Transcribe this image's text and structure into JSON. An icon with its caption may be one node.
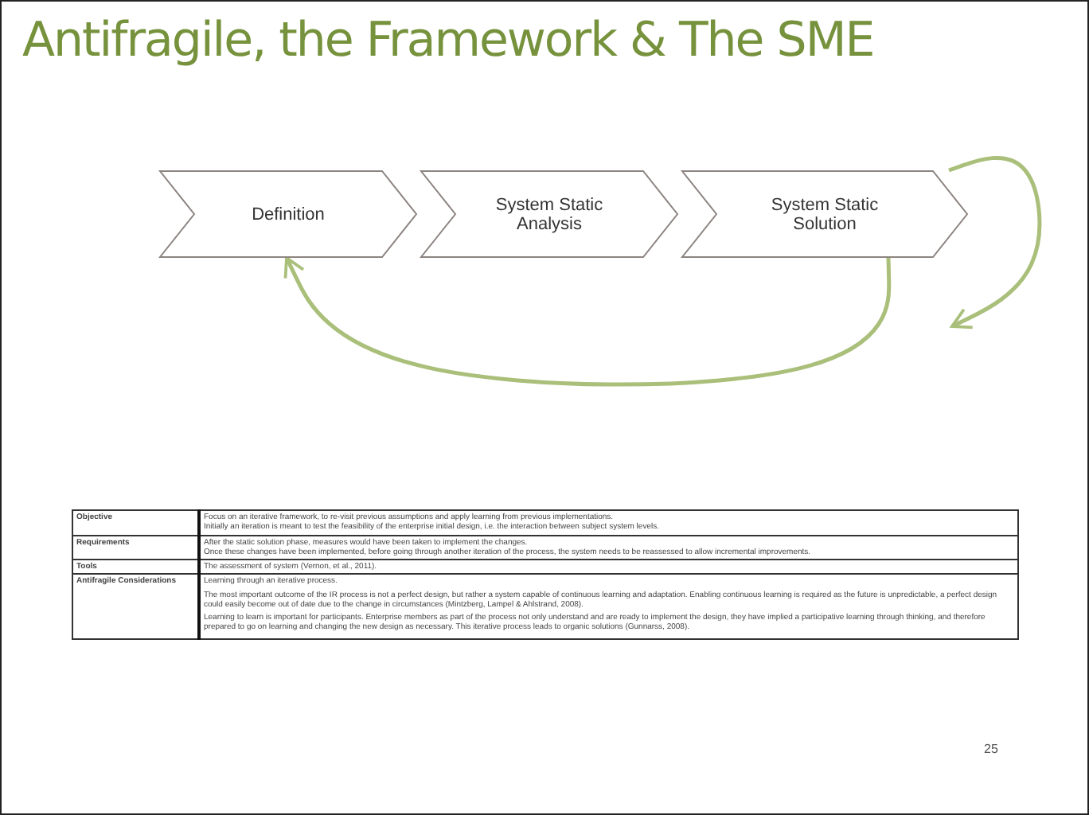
{
  "diagram": {
    "title": "Antifragile, the Framework & The SME",
    "nodes": [
      {
        "text": [
          "Definition"
        ]
      },
      {
        "text": [
          "System Static Analysis"
        ]
      },
      {
        "text": [
          "System Static Solution"
        ]
      }
    ],
    "edges": [
      {
        "from": 2,
        "to": null,
        "arrow": "to"
      },
      {
        "from": 2,
        "to": 0,
        "arrow": "to"
      }
    ],
    "labels": [
      "Objective",
      "Focus on an iterative framework, to re-visit previous assumptions and apply learning from previous implementations.",
      "Initially an iteration is meant to test the feasibility of the enterprise initial design, i.e. the interaction between subject system levels.",
      "Requirements",
      "After the static solution phase, measures would have been taken to implement the changes.",
      "Once these changes have been implemented, before going through another iteration of the process, the system needs to be reassessed to allow incremental improvements.",
      "Tools",
      "The assessment of system (Vernon, et al., 2011).",
      "Antifragile Considerations",
      "Learning through an iterative process.",
      "The most important outcome of the IR process is not a perfect design, but rather a system capable of continuous learning and adaptation. Enabling continuous learning is required as the future is unpredictable, a perfect design could easily become out of date due to the change in circumstances (Mintzberg, Lampel & Ahlstrand, 2008).",
      "Learning to learn is important for participants. Enterprise members as part of the process not only understand and are ready to implement the design, they have implied a participative learning through thinking, and therefore prepared to go on learning and changing the new design as necessary. This iterative process leads to organic solutions (Gunnarss, 2008).",
      "25"
    ]
  }
}
